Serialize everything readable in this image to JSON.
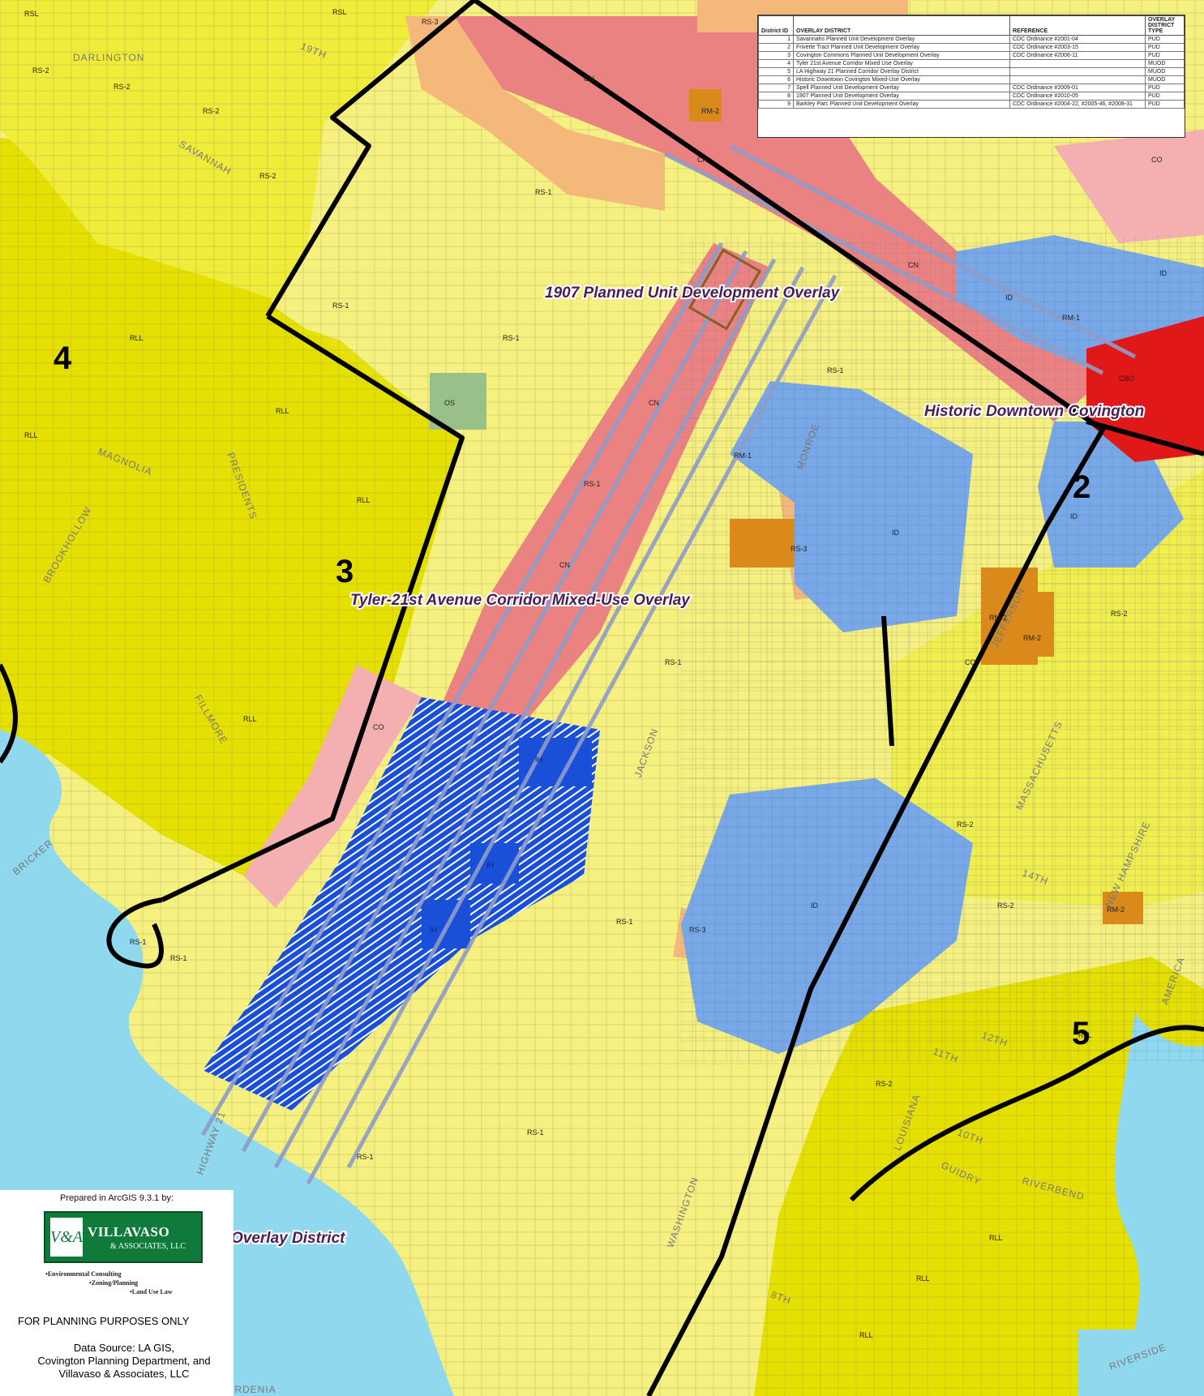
{
  "legend": {
    "headers": {
      "district_id": "District ID",
      "overlay_district": "OVERLAY DISTRICT",
      "reference": "REFERENCE",
      "type": "OVERLAY DISTRICT TYPE"
    },
    "rows": [
      {
        "id": "1",
        "name": "Savannahs Planned Unit Development Overlay",
        "reference": "CDC Ordinance #2001-04",
        "type": "PUD"
      },
      {
        "id": "2",
        "name": "Frivette Tract Planned Unit Development Overlay",
        "reference": "CDC Ordinance #2003-15",
        "type": "PUD"
      },
      {
        "id": "3",
        "name": "Covington Commons Planned Unit Development Overlay",
        "reference": "CDC Ordinance #2006-11",
        "type": "PUD"
      },
      {
        "id": "4",
        "name": "Tyler 21st Avenue Corridor Mixed Use Overlay",
        "reference": "",
        "type": "MUOD"
      },
      {
        "id": "5",
        "name": "LA Highway 21 Planned Corridor Overlay District",
        "reference": "",
        "type": "MUOD"
      },
      {
        "id": "6",
        "name": "Historic Downtown Covington Mixed-Use Overlay",
        "reference": "",
        "type": "MUOD"
      },
      {
        "id": "7",
        "name": "Spell Planned Unit Development Overlay",
        "reference": "CDC Ordinance #2009-01",
        "type": "PUD"
      },
      {
        "id": "8",
        "name": "1907 Planned Unit Development Overlay",
        "reference": "CDC Ordinance #2010-05",
        "type": "PUD"
      },
      {
        "id": "9",
        "name": "Barkley Parc Planned Unit Development Overlay",
        "reference": "CDC Ordinance #2004-22, #2005-46, #2008-31",
        "type": "PUD"
      }
    ]
  },
  "overlays": {
    "pud_1907": "1907 Planned Unit Development Overlay",
    "downtown": "Historic Downtown Covington",
    "tyler": "Tyler-21st Avenue Corridor Mixed-Use Overlay",
    "highway_partial": "Overlay District",
    "highway_left_fragment": "va"
  },
  "districts": [
    "2",
    "3",
    "4",
    "5"
  ],
  "zone_labels": {
    "rll": "RLL",
    "rs1": "RS-1",
    "rs2": "RS-2",
    "rs3": "RS-3",
    "rsl": "RSL",
    "cn": "CN",
    "co": "CO",
    "id": "ID",
    "ih": "IH",
    "rm1": "RM-1",
    "rm2": "RM-2",
    "os": "OS",
    "cbd": "CBD"
  },
  "streets": {
    "darlington": "DARLINGTON",
    "nineteenth": "19TH",
    "savannah": "SAVANNAH",
    "magnolia": "MAGNOLIA",
    "brookhollow": "BROOKHOLLOW",
    "presidents": "PRESIDENTS",
    "fillmore": "FILLMORE",
    "bricker": "BRICKER",
    "jefferson": "JEFFERSON",
    "massachusetts": "MASSACHUSETTS",
    "louisiana": "LOUISIANA",
    "guidry": "GUIDRY",
    "riverbend": "RIVERBEND",
    "riverside": "RIVERSIDE",
    "gardenia": "GARDENIA",
    "highway21": "HIGHWAY 21",
    "twelfth": "12TH",
    "eleventh": "11TH",
    "tenth": "10TH",
    "america": "AMERICA",
    "hampshire": "NEW HAMPSHIRE",
    "washington": "WASHINGTON",
    "jackson": "JACKSON",
    "monroe": "MONROE",
    "eighth": "8TH",
    "fourteenth": "14TH"
  },
  "credits": {
    "prepared": "Prepared in ArcGIS 9.3.1 by:",
    "logo_mark": "V&A",
    "company": "VILLAVASO",
    "company_sub": "& ASSOCIATES, LLC",
    "service1": "•Environmental Consulting",
    "service2": "•Zoning/Planning",
    "service3": "•Land Use Law",
    "planning_note": "FOR PLANNING PURPOSES ONLY",
    "source_line1": "Data Source:  LA GIS,",
    "source_line2": "Covington Planning Department, and",
    "source_line3": "Villavaso & Associates, LLC"
  },
  "colors": {
    "rll": "#e6e000",
    "rs": "#f6f080",
    "rs2": "#f0ec3a",
    "rs3": "#f4b87a",
    "cn": "#ea8282",
    "co": "#f4b0b0",
    "id": "#78a8e6",
    "ih": "#1a50d8",
    "rm": "#d98a1a",
    "os": "#9ac08a",
    "cbd": "#e01818",
    "water": "#8fd8ee",
    "boundary": "#000000",
    "overlay_corridor": "#8e9cc8"
  }
}
